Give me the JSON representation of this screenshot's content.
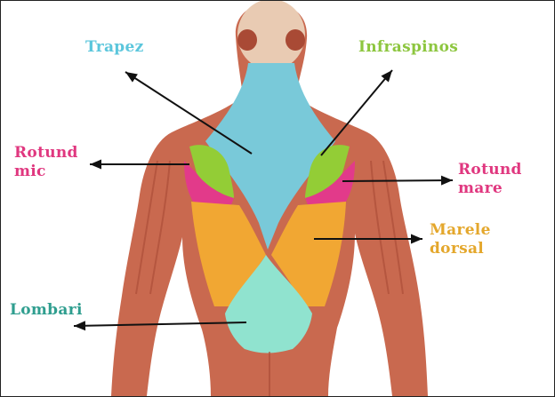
{
  "labels": {
    "trapez": {
      "lines": [
        "Trapez"
      ]
    },
    "infraspinos": {
      "lines": [
        "Infraspinos"
      ]
    },
    "rotund_mic": {
      "lines": [
        "Rotund",
        "mic"
      ]
    },
    "rotund_mare": {
      "lines": [
        "Rotund",
        "mare"
      ]
    },
    "marele_dorsal": {
      "lines": [
        "Marele",
        "dorsal"
      ]
    },
    "lombari": {
      "lines": [
        "Lombari"
      ]
    }
  },
  "colors": {
    "trapez": "#5bc6dc",
    "infraspinos": "#8dc63f",
    "rotund": "#e0377f",
    "marele_dorsal": "#e4a72c",
    "lombari": "#2f9e8f",
    "trapez_region": "#79c9d9",
    "infraspinos_region": "#93cd36",
    "rotund_region": "#e23a8a",
    "dorsal_region": "#f1a733",
    "lombari_region": "#90e3cf",
    "muscle": "#c9694f",
    "muscle_dark": "#a94a35",
    "skin": "#e9cbb3",
    "arrow": "#111111"
  }
}
